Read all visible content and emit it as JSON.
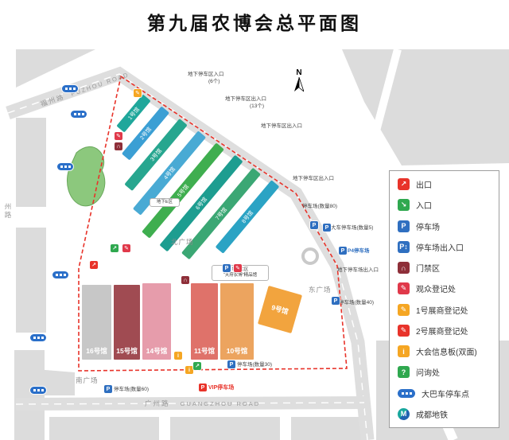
{
  "title": "第九届农博会总平面图",
  "compass": {
    "label": "N"
  },
  "roads": {
    "top_cn": "福州路",
    "top_en": "FUZHOU ROAD",
    "bottom_cn": "广州路",
    "bottom_en": "GUANGZHOU ROAD",
    "left_cn": "州路"
  },
  "plazas": {
    "north": "北广场",
    "east": "东广场",
    "south": "南广场"
  },
  "halls_top": [
    {
      "label": "1号馆",
      "color": "#1fa79b"
    },
    {
      "label": "2号馆",
      "color": "#3b9fd4"
    },
    {
      "label": "3号馆",
      "color": "#27a68f"
    },
    {
      "label": "4号馆",
      "color": "#49aad4"
    },
    {
      "label": "5号馆",
      "color": "#3fae4f"
    },
    {
      "label": "6号馆",
      "color": "#1d9d90"
    },
    {
      "label": "7号馆",
      "color": "#3ba774"
    },
    {
      "label": "8号馆",
      "color": "#2ba3c4"
    }
  ],
  "halls_bottom": [
    {
      "label": "16号馆",
      "color": "#c7c7c7"
    },
    {
      "label": "15号馆",
      "color": "#a04b52"
    },
    {
      "label": "14号馆",
      "color": "#e69cab"
    },
    {
      "label": "11号馆",
      "color": "#df726a"
    },
    {
      "label": "10号馆",
      "color": "#eca45f"
    },
    {
      "label": "9号馆",
      "color": "#f2a43e"
    }
  ],
  "zones": {
    "c_zone_line1": "地下C区",
    "c_zone_line2": "“天府农博”精品馆",
    "e_zone": "地下E区"
  },
  "map_labels": [
    {
      "text": "地下停车区入口"
    },
    {
      "text": "(6个)"
    },
    {
      "text": "地下停车区出入口"
    },
    {
      "text": "(13个)"
    },
    {
      "text": "地下停车区出入口"
    },
    {
      "text": "地下停车区出入口"
    },
    {
      "text": "停车场(数量80)"
    },
    {
      "text": "大车停车场(数量5)"
    },
    {
      "text": "P4停车场"
    },
    {
      "text": "地下停车场出入口"
    },
    {
      "text": "停车场(数量40)"
    },
    {
      "text": "停车场(数量60)"
    },
    {
      "text": "VIP停车场"
    },
    {
      "text": "停车场(数量30)"
    }
  ],
  "legend": {
    "items": [
      {
        "icon": "exit-icon",
        "label": "出口"
      },
      {
        "icon": "entrance-icon",
        "label": "入口"
      },
      {
        "icon": "parking-icon",
        "label": "停车场"
      },
      {
        "icon": "parking-gate-icon",
        "label": "停车场出入口"
      },
      {
        "icon": "restricted-area-icon",
        "label": "门禁区"
      },
      {
        "icon": "visitor-registration-icon",
        "label": "观众登记处"
      },
      {
        "icon": "exhibitor1-registration-icon",
        "label": "1号展商登记处"
      },
      {
        "icon": "exhibitor2-registration-icon",
        "label": "2号展商登记处"
      },
      {
        "icon": "info-board-icon",
        "label": "大会信息板(双面)"
      },
      {
        "icon": "inquiry-icon",
        "label": "问询处"
      },
      {
        "icon": "bus-stop-icon",
        "label": "大巴车停车点"
      },
      {
        "icon": "metro-icon",
        "label": "成都地铁"
      }
    ]
  },
  "colors": {
    "boundary_red": "#e8332a",
    "parking_blue": "#2f6fc0",
    "entrance_green": "#2fa84f",
    "exhibitor_orange": "#f5a623",
    "restricted_maroon": "#8e2f39"
  }
}
